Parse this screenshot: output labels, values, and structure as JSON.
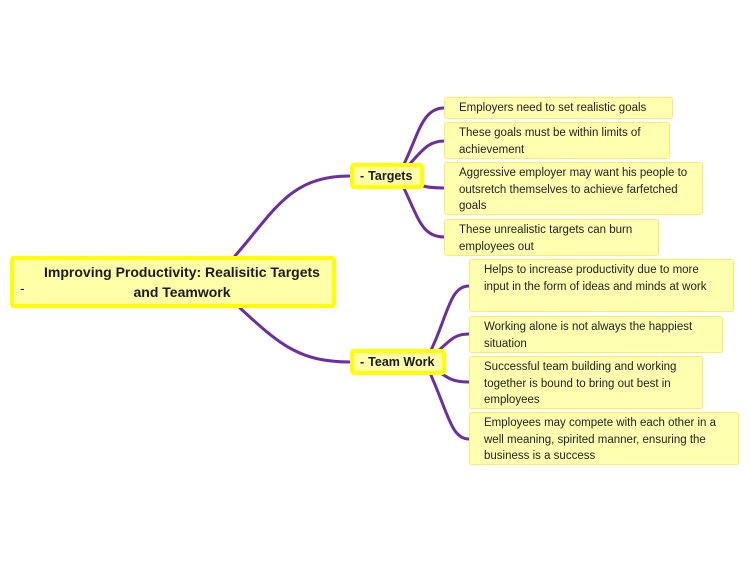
{
  "root": {
    "title_line1": "Improving Productivity: Realisitic Targets",
    "title_line2": "and Teamwork",
    "collapse": "-"
  },
  "branches": [
    {
      "label": "Targets",
      "collapse": "-",
      "children": [
        "Employers need to set realistic goals",
        "These goals must be within limits of achievement",
        "Aggressive employer may want his people to outsretch themselves to achieve farfetched goals",
        "These unrealistic targets can burn employees out"
      ]
    },
    {
      "label": "Team Work",
      "collapse": "-",
      "children": [
        "Helps to increase productivity due to more input in the form of ideas and minds at work",
        "Working alone is not always the happiest situation",
        "Successful team building and working together is bound to bring out best in employees",
        "Employees may compete with each other in a well meaning, spirited manner, ensuring the business is a success"
      ]
    }
  ],
  "colors": {
    "connector": "#6a2fa0",
    "node_fill": "#ffffa8",
    "node_border": "#ffff00"
  }
}
